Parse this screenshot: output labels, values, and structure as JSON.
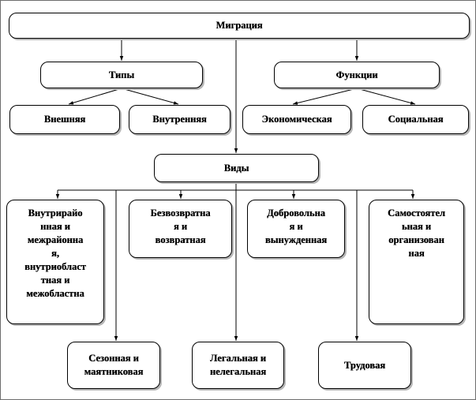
{
  "diagram": {
    "root": "Миграция",
    "types": {
      "title": "Типы",
      "items": [
        "Внешняя",
        "Внутренняя"
      ]
    },
    "functions": {
      "title": "Функции",
      "items": [
        "Экономическая",
        "Социальная"
      ]
    },
    "kinds": {
      "title": "Виды",
      "upper": [
        "Внутрирайо\nнная и\nмежрайонна\nя,\nвнутриобласт\nтная и\nмежобластна",
        "Безвозвратна\nя и\nвозвратная",
        "Добровольна\nя и\nвынужденная",
        "Самостоятел\nьная и\nорганизован\nная"
      ],
      "lower": [
        "Сезонная и\nмаятниковая",
        "Легальная и\nнелегальная",
        "Трудовая"
      ]
    }
  }
}
